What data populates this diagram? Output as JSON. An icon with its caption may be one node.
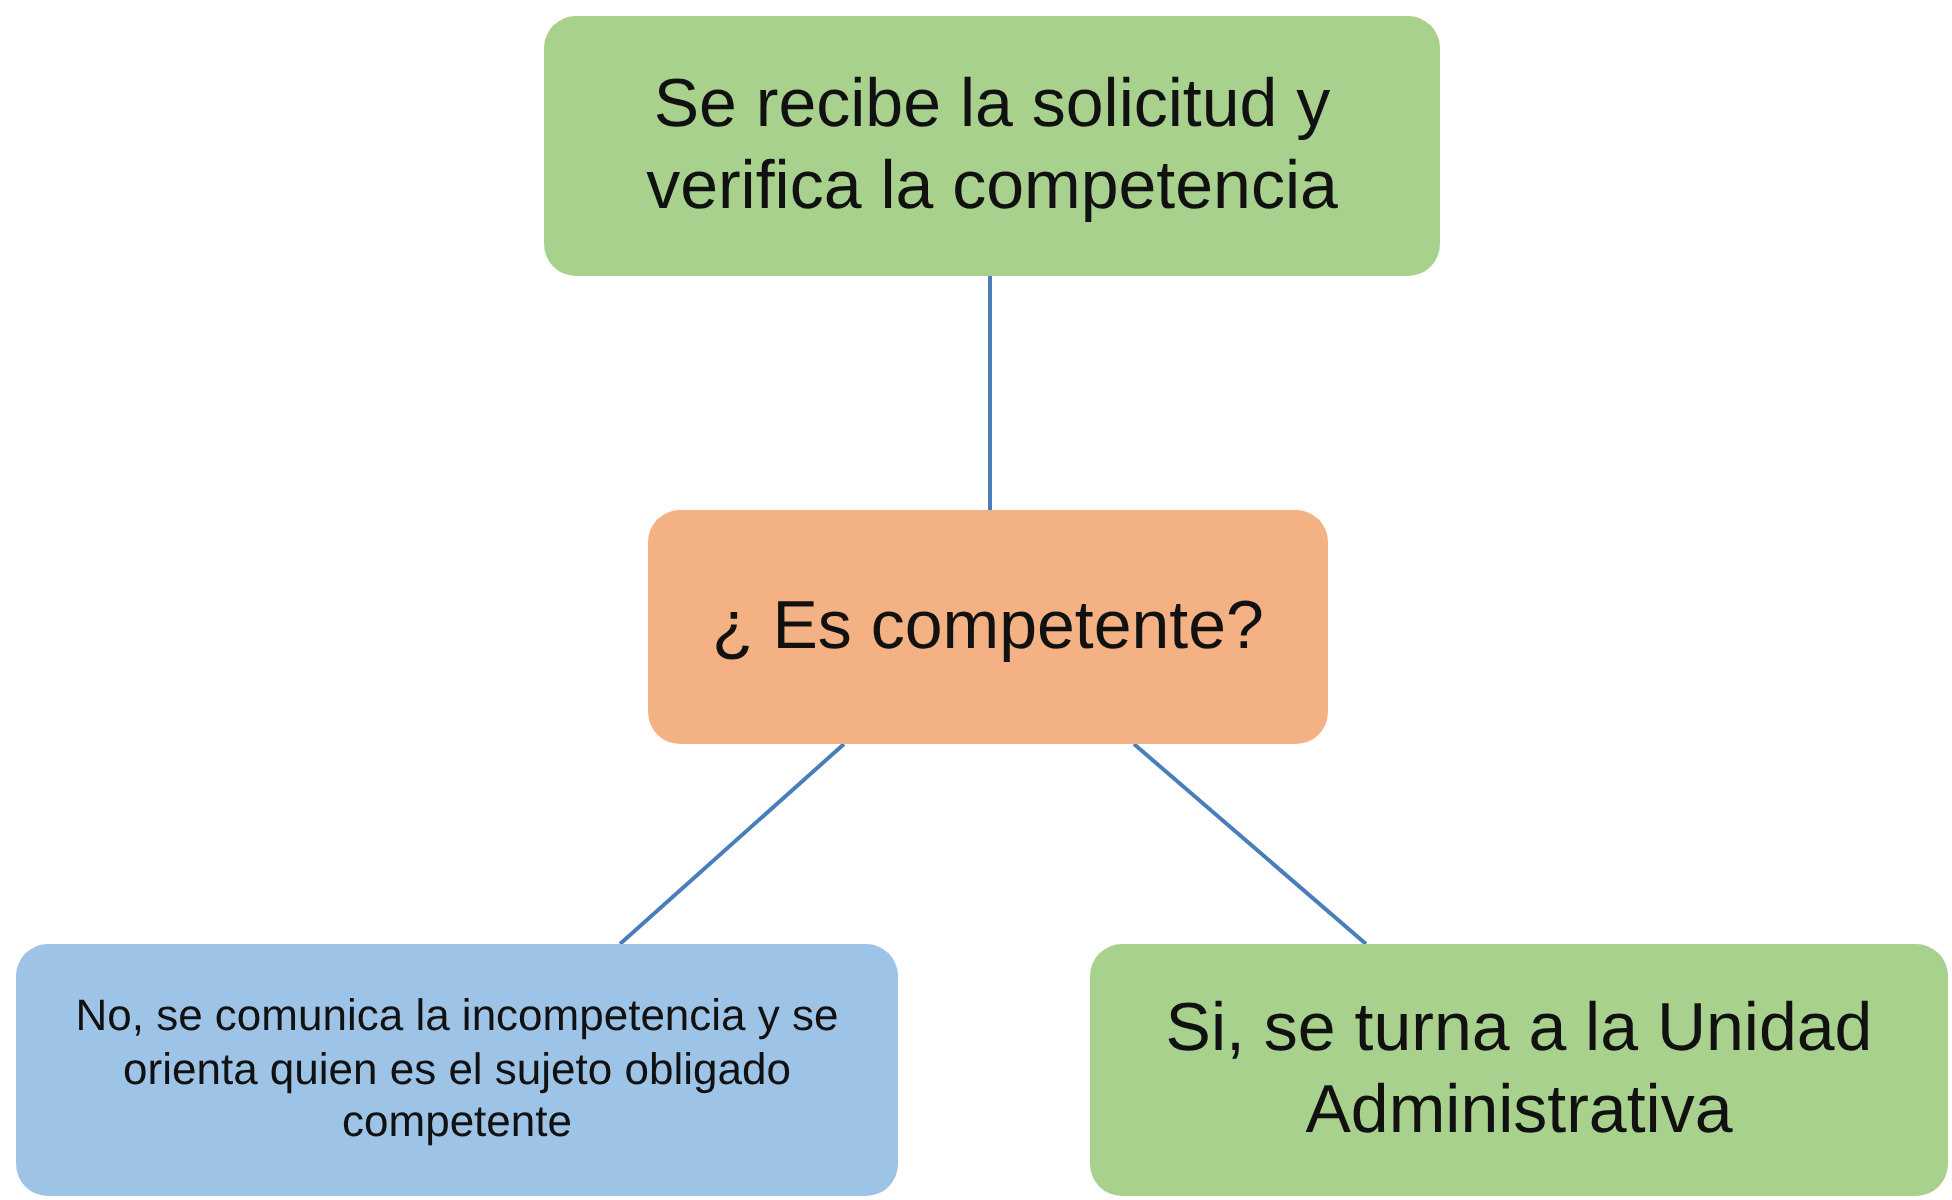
{
  "diagram": {
    "nodes": [
      {
        "text": [
          "Se recibe la solicitud y verifica la competencia"
        ]
      },
      {
        "text": [
          "¿ Es competente?"
        ]
      },
      {
        "text": [
          "No, se comunica la incompetencia y se orienta quien es el sujeto obligado competente"
        ]
      },
      {
        "text": [
          "Si, se turna a la Unidad Administrativa"
        ]
      }
    ],
    "edges": [
      {
        "from": 0,
        "to": 1,
        "arrow": "none"
      },
      {
        "from": 1,
        "to": 2,
        "arrow": "none"
      },
      {
        "from": 1,
        "to": 3,
        "arrow": "none"
      }
    ]
  }
}
